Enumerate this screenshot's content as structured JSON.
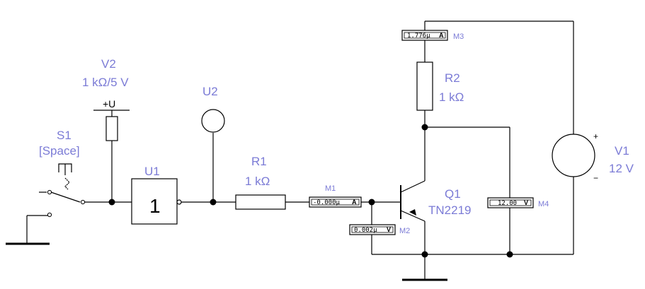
{
  "switch": {
    "name": "S1",
    "key": "[Space]"
  },
  "supply_v2": {
    "name": "V2",
    "value": "1 kΩ/5 V",
    "terminal": "+U"
  },
  "gate_u1": {
    "name": "U1",
    "symbol": "1"
  },
  "lamp_u2": {
    "name": "U2"
  },
  "resistor_r1": {
    "name": "R1",
    "value": "1 kΩ"
  },
  "resistor_r2": {
    "name": "R2",
    "value": "1 kΩ"
  },
  "transistor_q1": {
    "name": "Q1",
    "model": "TN2219"
  },
  "source_v1": {
    "name": "V1",
    "value": "12 V",
    "plus": "+",
    "minus": "−"
  },
  "meters": {
    "m1": {
      "name": "M1",
      "reading": "-0.000µ",
      "unit": "A"
    },
    "m2": {
      "name": "M2",
      "reading": "0.002µ",
      "unit": "V"
    },
    "m3": {
      "name": "M3",
      "reading": "1.776µ",
      "unit": "A"
    },
    "m4": {
      "name": "M4",
      "reading": "12.00",
      "unit": "V"
    }
  }
}
